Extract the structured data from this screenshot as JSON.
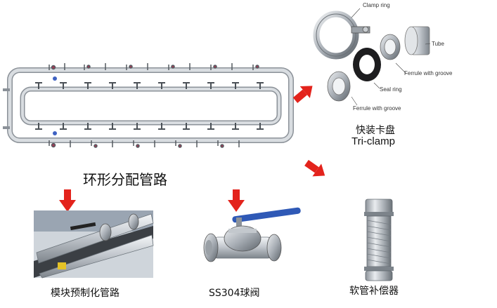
{
  "title_loop": "环形分配管路",
  "tri_clamp": {
    "name_cn": "快装卡盘",
    "name_en": "Tri-clamp",
    "parts": {
      "clamp_ring": "Clamp ring",
      "tube": "Tube",
      "ferrule_groove_1": "Ferrule with groove",
      "seal_ring": "Seal ring",
      "ferrule_groove_2": "Ferrule with groove"
    }
  },
  "modules": [
    {
      "label": "模块预制化管路"
    },
    {
      "label": "SS304球阀"
    },
    {
      "label": "软管补偿器"
    }
  ],
  "colors": {
    "arrow": "#e3231c",
    "pipe": "#b9bec4",
    "valve_handle": "#2f59b6"
  }
}
